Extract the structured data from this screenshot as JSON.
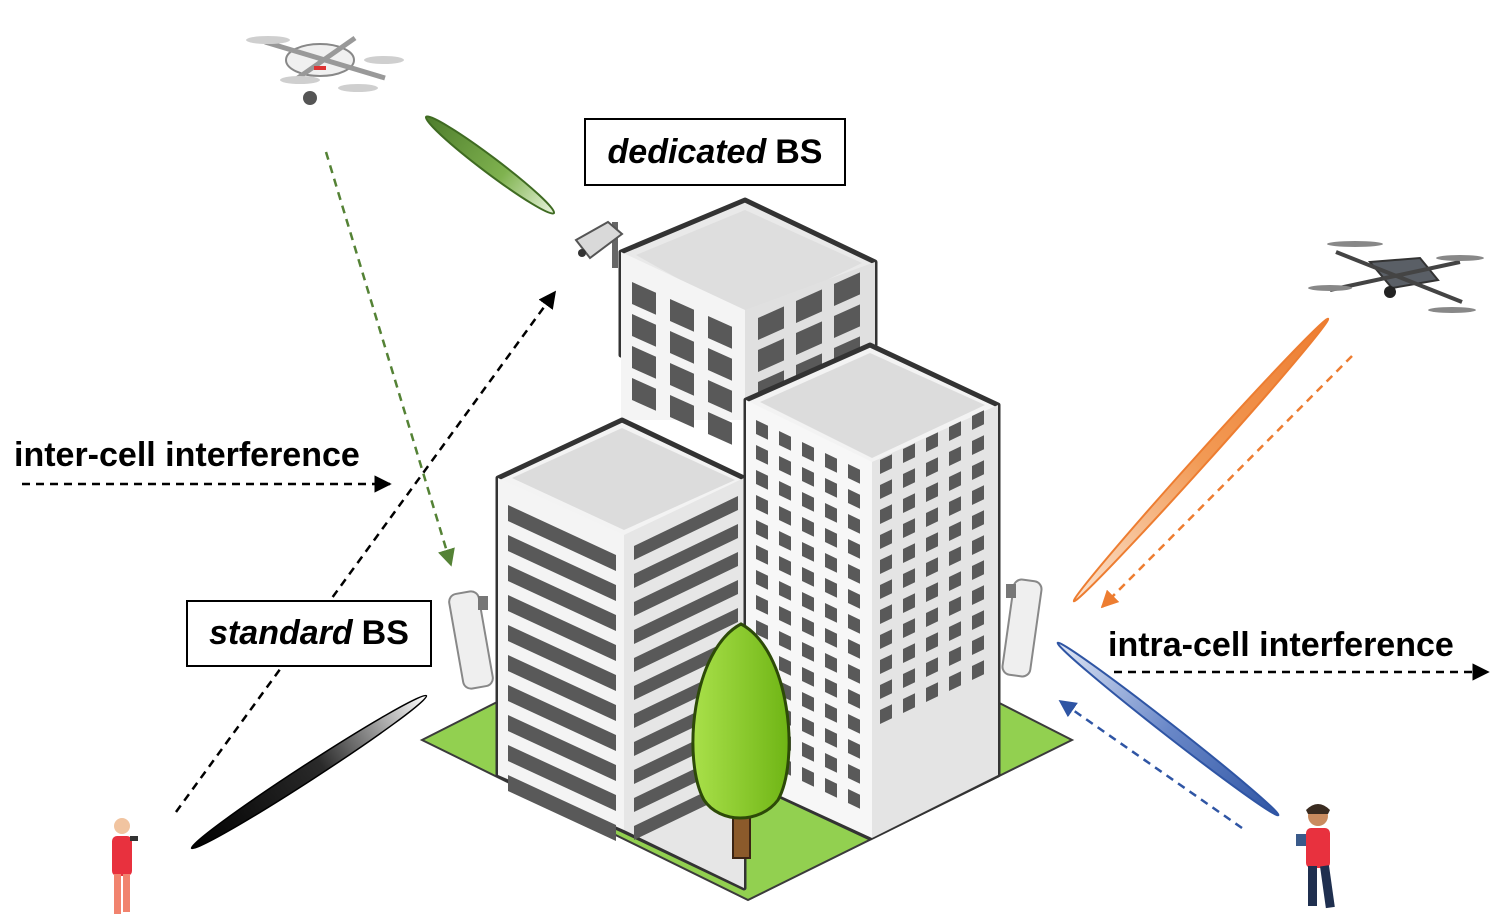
{
  "labels": {
    "dedicated_bs": {
      "emph": "dedicated",
      "rest": "BS"
    },
    "standard_bs": {
      "emph": "standard",
      "rest": "BS"
    },
    "inter_cell": "inter-cell interference",
    "intra_cell": "intra-cell interference"
  },
  "colors": {
    "uav_link": "#548235",
    "standard_link": "#000000",
    "interferer_link": "#ed7d31",
    "ground_user_link": "#2f55a4",
    "ground": "#92d050",
    "tree": "#8ed11f",
    "trunk": "#8b5a2b",
    "building_wall": "#f2f2f2",
    "building_roof": "#dcdcdc",
    "window": "#5a5a5a",
    "person_shirt": "#e8313e"
  },
  "icons": [
    "quadcopter-drone-icon",
    "foldable-drone-icon",
    "building-icon",
    "tree-icon",
    "antenna-panel-icon",
    "dish-antenna-icon",
    "person-icon"
  ]
}
